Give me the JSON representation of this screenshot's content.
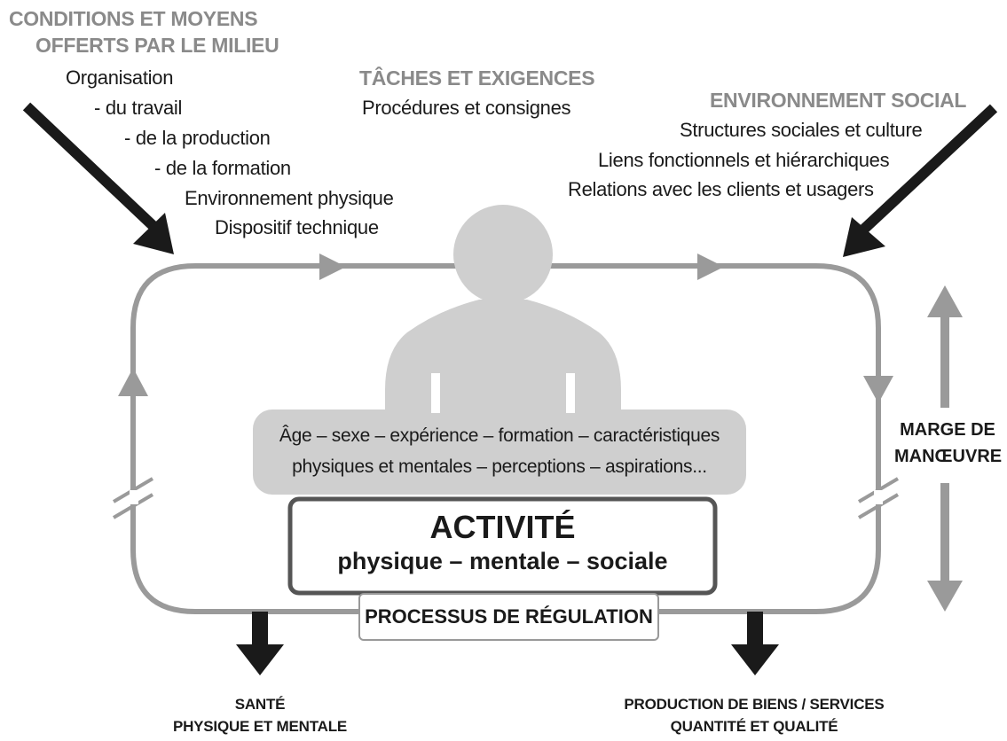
{
  "conditions": {
    "title_line1": "CONDITIONS ET MOYENS",
    "title_line2": "OFFERTS PAR LE MILIEU",
    "items": [
      "Organisation",
      "- du travail",
      "- de la production",
      "- de la formation",
      "Environnement physique",
      "Dispositif technique"
    ]
  },
  "taches": {
    "title": "TÂCHES ET EXIGENCES",
    "subtitle": "Procédures et consignes"
  },
  "social": {
    "title": "ENVIRONNEMENT SOCIAL",
    "items": [
      "Structures sociales et culture",
      "Liens fonctionnels et hiérarchiques",
      "Relations avec les clients et usagers"
    ]
  },
  "person": {
    "line1": "Âge – sexe – expérience – formation – caractéristiques",
    "line2": "physiques et mentales – perceptions – aspirations..."
  },
  "activite": {
    "title": "ACTIVITÉ",
    "subtitle": "physique – mentale – sociale"
  },
  "regulation": {
    "label": "PROCESSUS DE RÉGULATION"
  },
  "marge": {
    "line1": "MARGE DE",
    "line2": "MANŒUVRE"
  },
  "outcomes": {
    "sante_line1": "SANTÉ",
    "sante_line2": "PHYSIQUE ET MENTALE",
    "production_line1": "PRODUCTION DE BIENS / SERVICES",
    "production_line2": "QUANTITÉ ET QUALITÉ"
  },
  "colors": {
    "loop": "#9a9a9a",
    "person": "#cfcfcf",
    "dark": "#1a1a1a",
    "heading": "#8a8a8a",
    "activity_border": "#555555"
  }
}
